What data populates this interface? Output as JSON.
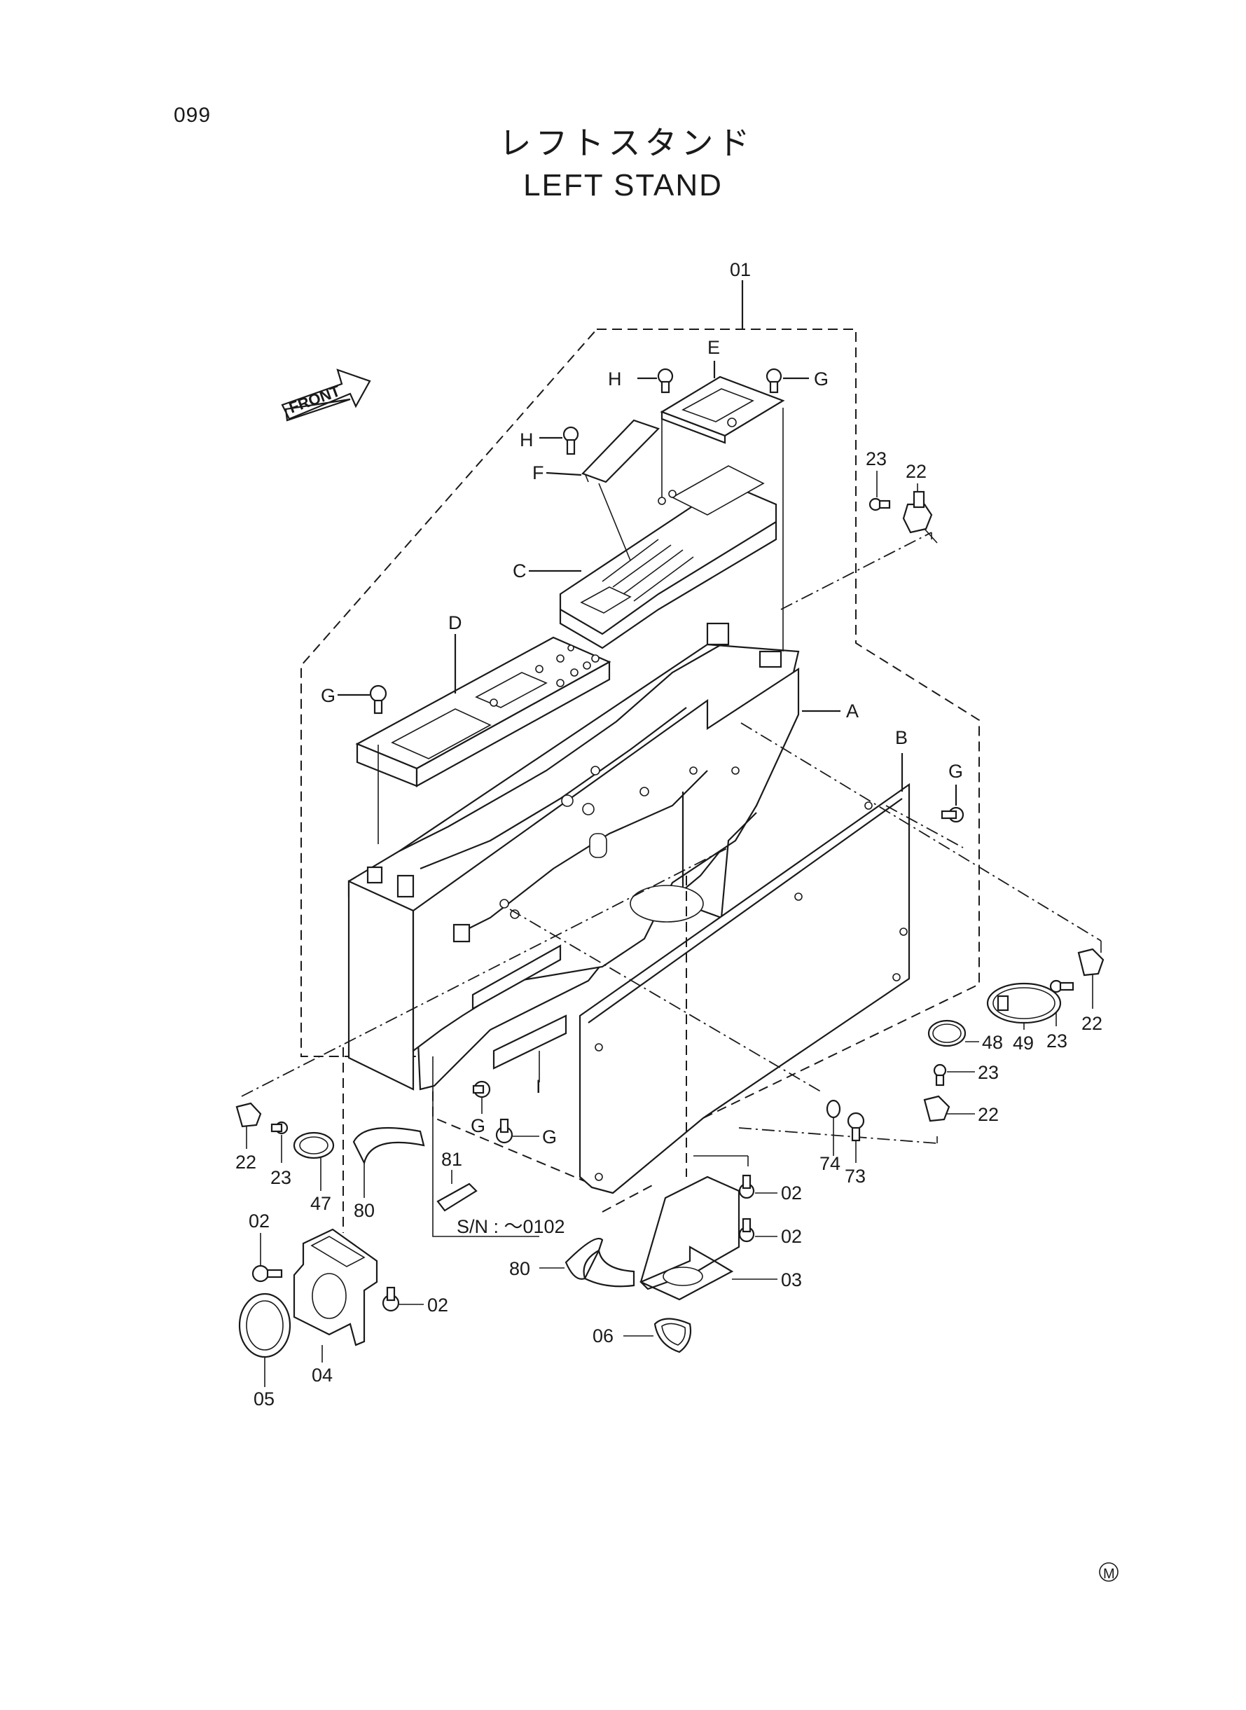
{
  "page_number": "099",
  "title_jp": "レフトスタンド",
  "title_en": "LEFT STAND",
  "front_indicator": "FRONT",
  "serial_note": "S/N : ～0102",
  "mark": "M",
  "labels": {
    "l01": "01",
    "lE": "E",
    "lH1": "H",
    "lG1": "G",
    "lH2": "H",
    "lF": "F",
    "lC": "C",
    "lD": "D",
    "lG2": "G",
    "lA": "A",
    "lB": "B",
    "lG3": "G",
    "l23a": "23",
    "l22a": "22",
    "l23b": "23",
    "l22b": "22",
    "l49": "49",
    "l48": "48",
    "l23c": "23",
    "l22c": "22",
    "l74": "74",
    "l73": "73",
    "lGb1": "G",
    "lGb2": "G",
    "lI": "I",
    "l22d": "22",
    "l23d": "23",
    "l47": "47",
    "l80a": "80",
    "l81": "81",
    "l02a": "02",
    "l02b": "02",
    "l04": "04",
    "l05": "05",
    "l80b": "80",
    "l02c": "02",
    "l02d": "02",
    "l03": "03",
    "l06": "06"
  }
}
